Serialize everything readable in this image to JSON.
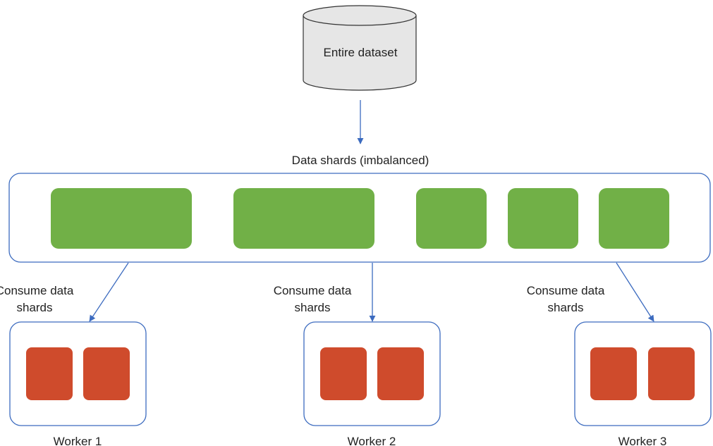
{
  "database": {
    "label": "Entire dataset"
  },
  "shards_group": {
    "title": "Data shards (imbalanced)",
    "shard_count": 5
  },
  "consume_labels": [
    {
      "line1": "Consume data",
      "line2": "shards"
    },
    {
      "line1": "Consume data",
      "line2": "shards"
    },
    {
      "line1": "Consume data",
      "line2": "shards"
    }
  ],
  "workers": [
    {
      "label": "Worker 1",
      "shard_count": 2
    },
    {
      "label": "Worker 2",
      "shard_count": 2
    },
    {
      "label": "Worker 3",
      "shard_count": 2
    }
  ],
  "colors": {
    "outline": "#3c6bbf",
    "shard_fill": "#71b047",
    "worker_shard_fill": "#cf4b2c",
    "cylinder_fill": "#e6e6e6",
    "cylinder_stroke": "#333333",
    "text": "#222222"
  }
}
